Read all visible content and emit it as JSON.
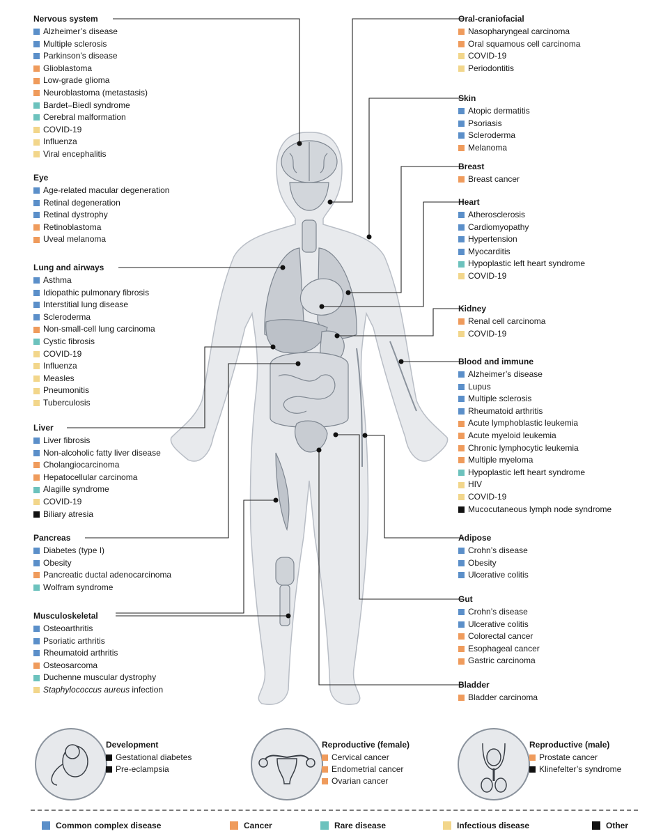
{
  "colors": {
    "common": "#5b8fc9",
    "cancer": "#ef9b5c",
    "rare": "#6cc2bd",
    "infectious": "#f2d68b",
    "other": "#111111"
  },
  "left_groups": [
    {
      "key": "nervous",
      "title": "Nervous system",
      "items": [
        {
          "label": "Alzheimer’s disease",
          "cat": "common"
        },
        {
          "label": "Multiple sclerosis",
          "cat": "common"
        },
        {
          "label": "Parkinson’s disease",
          "cat": "common"
        },
        {
          "label": "Glioblastoma",
          "cat": "cancer"
        },
        {
          "label": "Low-grade glioma",
          "cat": "cancer"
        },
        {
          "label": "Neuroblastoma (metastasis)",
          "cat": "cancer"
        },
        {
          "label": "Bardet–Biedl syndrome",
          "cat": "rare"
        },
        {
          "label": "Cerebral malformation",
          "cat": "rare"
        },
        {
          "label": "COVID-19",
          "cat": "infectious"
        },
        {
          "label": "Influenza",
          "cat": "infectious"
        },
        {
          "label": "Viral encephalitis",
          "cat": "infectious"
        }
      ]
    },
    {
      "key": "eye",
      "title": "Eye",
      "items": [
        {
          "label": "Age-related macular degeneration",
          "cat": "common"
        },
        {
          "label": "Retinal degeneration",
          "cat": "common"
        },
        {
          "label": "Retinal dystrophy",
          "cat": "common"
        },
        {
          "label": "Retinoblastoma",
          "cat": "cancer"
        },
        {
          "label": "Uveal melanoma",
          "cat": "cancer"
        }
      ]
    },
    {
      "key": "lung",
      "title": "Lung and airways",
      "items": [
        {
          "label": "Asthma",
          "cat": "common"
        },
        {
          "label": "Idiopathic pulmonary fibrosis",
          "cat": "common"
        },
        {
          "label": "Interstitial lung disease",
          "cat": "common"
        },
        {
          "label": "Scleroderma",
          "cat": "common"
        },
        {
          "label": "Non-small-cell lung carcinoma",
          "cat": "cancer"
        },
        {
          "label": "Cystic fibrosis",
          "cat": "rare"
        },
        {
          "label": "COVID-19",
          "cat": "infectious"
        },
        {
          "label": "Influenza",
          "cat": "infectious"
        },
        {
          "label": "Measles",
          "cat": "infectious"
        },
        {
          "label": "Pneumonitis",
          "cat": "infectious"
        },
        {
          "label": "Tuberculosis",
          "cat": "infectious"
        }
      ]
    },
    {
      "key": "liver",
      "title": "Liver",
      "items": [
        {
          "label": "Liver fibrosis",
          "cat": "common"
        },
        {
          "label": "Non-alcoholic fatty liver disease",
          "cat": "common"
        },
        {
          "label": "Cholangiocarcinoma",
          "cat": "cancer"
        },
        {
          "label": "Hepatocellular carcinoma",
          "cat": "cancer"
        },
        {
          "label": "Alagille syndrome",
          "cat": "rare"
        },
        {
          "label": "COVID-19",
          "cat": "infectious"
        },
        {
          "label": "Biliary atresia",
          "cat": "other"
        }
      ]
    },
    {
      "key": "pancreas",
      "title": "Pancreas",
      "items": [
        {
          "label": "Diabetes (type I)",
          "cat": "common"
        },
        {
          "label": "Obesity",
          "cat": "common"
        },
        {
          "label": "Pancreatic ductal adenocarcinoma",
          "cat": "cancer"
        },
        {
          "label": "Wolfram syndrome",
          "cat": "rare"
        }
      ]
    },
    {
      "key": "musculo",
      "title": "Musculoskeletal",
      "items": [
        {
          "label": "Osteoarthritis",
          "cat": "common"
        },
        {
          "label": "Psoriatic arthritis",
          "cat": "common"
        },
        {
          "label": "Rheumatoid arthritis",
          "cat": "common"
        },
        {
          "label": "Osteosarcoma",
          "cat": "cancer"
        },
        {
          "label": "Duchenne muscular dystrophy",
          "cat": "rare"
        },
        {
          "label": "infection",
          "italic_prefix": "Staphylococcus aureus",
          "cat": "infectious"
        }
      ]
    }
  ],
  "right_groups": [
    {
      "key": "oral",
      "title": "Oral-craniofacial",
      "items": [
        {
          "label": "Nasopharyngeal carcinoma",
          "cat": "cancer"
        },
        {
          "label": "Oral squamous cell carcinoma",
          "cat": "cancer"
        },
        {
          "label": "COVID-19",
          "cat": "infectious"
        },
        {
          "label": "Periodontitis",
          "cat": "infectious"
        }
      ]
    },
    {
      "key": "skin",
      "title": "Skin",
      "items": [
        {
          "label": "Atopic dermatitis",
          "cat": "common"
        },
        {
          "label": "Psoriasis",
          "cat": "common"
        },
        {
          "label": "Scleroderma",
          "cat": "common"
        },
        {
          "label": "Melanoma",
          "cat": "cancer"
        }
      ]
    },
    {
      "key": "breast",
      "title": "Breast",
      "items": [
        {
          "label": "Breast cancer",
          "cat": "cancer"
        }
      ]
    },
    {
      "key": "heart",
      "title": "Heart",
      "items": [
        {
          "label": "Atherosclerosis",
          "cat": "common"
        },
        {
          "label": "Cardiomyopathy",
          "cat": "common"
        },
        {
          "label": "Hypertension",
          "cat": "common"
        },
        {
          "label": "Myocarditis",
          "cat": "common"
        },
        {
          "label": "Hypoplastic left heart syndrome",
          "cat": "rare"
        },
        {
          "label": "COVID-19",
          "cat": "infectious"
        }
      ]
    },
    {
      "key": "kidney",
      "title": "Kidney",
      "items": [
        {
          "label": "Renal cell carcinoma",
          "cat": "cancer"
        },
        {
          "label": "COVID-19",
          "cat": "infectious"
        }
      ]
    },
    {
      "key": "blood",
      "title": "Blood and immune",
      "items": [
        {
          "label": "Alzheimer’s disease",
          "cat": "common"
        },
        {
          "label": "Lupus",
          "cat": "common"
        },
        {
          "label": "Multiple sclerosis",
          "cat": "common"
        },
        {
          "label": "Rheumatoid arthritis",
          "cat": "common"
        },
        {
          "label": "Acute lymphoblastic leukemia",
          "cat": "cancer"
        },
        {
          "label": "Acute myeloid leukemia",
          "cat": "cancer"
        },
        {
          "label": "Chronic lymphocytic leukemia",
          "cat": "cancer"
        },
        {
          "label": "Multiple myeloma",
          "cat": "cancer"
        },
        {
          "label": "Hypoplastic left heart syndrome",
          "cat": "rare"
        },
        {
          "label": "HIV",
          "cat": "infectious"
        },
        {
          "label": "COVID-19",
          "cat": "infectious"
        },
        {
          "label": "Mucocutaneous lymph node syndrome",
          "cat": "other"
        }
      ]
    },
    {
      "key": "adipose",
      "title": "Adipose",
      "items": [
        {
          "label": "Crohn’s disease",
          "cat": "common"
        },
        {
          "label": "Obesity",
          "cat": "common"
        },
        {
          "label": "Ulcerative colitis",
          "cat": "common"
        }
      ]
    },
    {
      "key": "gut",
      "title": "Gut",
      "items": [
        {
          "label": "Crohn’s disease",
          "cat": "common"
        },
        {
          "label": "Ulcerative colitis",
          "cat": "common"
        },
        {
          "label": "Colorectal cancer",
          "cat": "cancer"
        },
        {
          "label": "Esophageal cancer",
          "cat": "cancer"
        },
        {
          "label": "Gastric carcinoma",
          "cat": "cancer"
        }
      ]
    },
    {
      "key": "bladder",
      "title": "Bladder",
      "items": [
        {
          "label": "Bladder carcinoma",
          "cat": "cancer"
        }
      ]
    }
  ],
  "bottom_groups": [
    {
      "key": "development",
      "title": "Development",
      "icon": "fetus-icon",
      "items": [
        {
          "label": "Gestational diabetes",
          "cat": "other"
        },
        {
          "label": "Pre-eclampsia",
          "cat": "other"
        }
      ]
    },
    {
      "key": "repro_female",
      "title": "Reproductive (female)",
      "icon": "uterus-icon",
      "items": [
        {
          "label": "Cervical cancer",
          "cat": "cancer"
        },
        {
          "label": "Endometrial cancer",
          "cat": "cancer"
        },
        {
          "label": "Ovarian cancer",
          "cat": "cancer"
        }
      ]
    },
    {
      "key": "repro_male",
      "title": "Reproductive (male)",
      "icon": "male-reproductive-icon",
      "items": [
        {
          "label": "Prostate cancer",
          "cat": "cancer"
        },
        {
          "label": "Klinefelter’s syndrome",
          "cat": "other"
        }
      ]
    }
  ],
  "legend": [
    {
      "label": "Common complex disease",
      "cat": "common"
    },
    {
      "label": "Cancer",
      "cat": "cancer"
    },
    {
      "label": "Rare disease",
      "cat": "rare"
    },
    {
      "label": "Infectious disease",
      "cat": "infectious"
    },
    {
      "label": "Other",
      "cat": "other"
    }
  ]
}
